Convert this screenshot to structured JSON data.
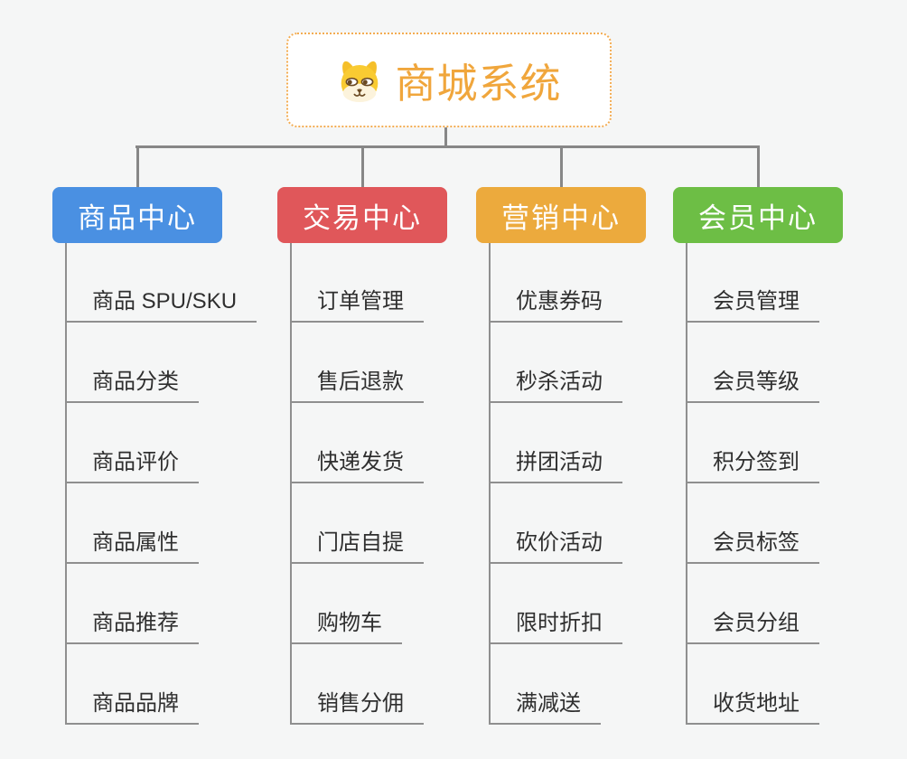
{
  "page": {
    "background": "#f5f6f6"
  },
  "connector_color": "#878787",
  "root": {
    "label": "商城系统",
    "icon": "dog-face-icon",
    "text_color": "#F0A63C",
    "border_color": "#F3AC52"
  },
  "branches": [
    {
      "label": "商品中心",
      "color": "#4A90E2",
      "items": [
        "商品 SPU/SKU",
        "商品分类",
        "商品评价",
        "商品属性",
        "商品推荐",
        "商品品牌"
      ]
    },
    {
      "label": "交易中心",
      "color": "#E0575A",
      "items": [
        "订单管理",
        "售后退款",
        "快递发货",
        "门店自提",
        "购物车",
        "销售分佣"
      ]
    },
    {
      "label": "营销中心",
      "color": "#ECAA3D",
      "items": [
        "优惠券码",
        "秒杀活动",
        "拼团活动",
        "砍价活动",
        "限时折扣",
        "满减送"
      ]
    },
    {
      "label": "会员中心",
      "color": "#6DBE45",
      "items": [
        "会员管理",
        "会员等级",
        "积分签到",
        "会员标签",
        "会员分组",
        "收货地址"
      ]
    }
  ]
}
